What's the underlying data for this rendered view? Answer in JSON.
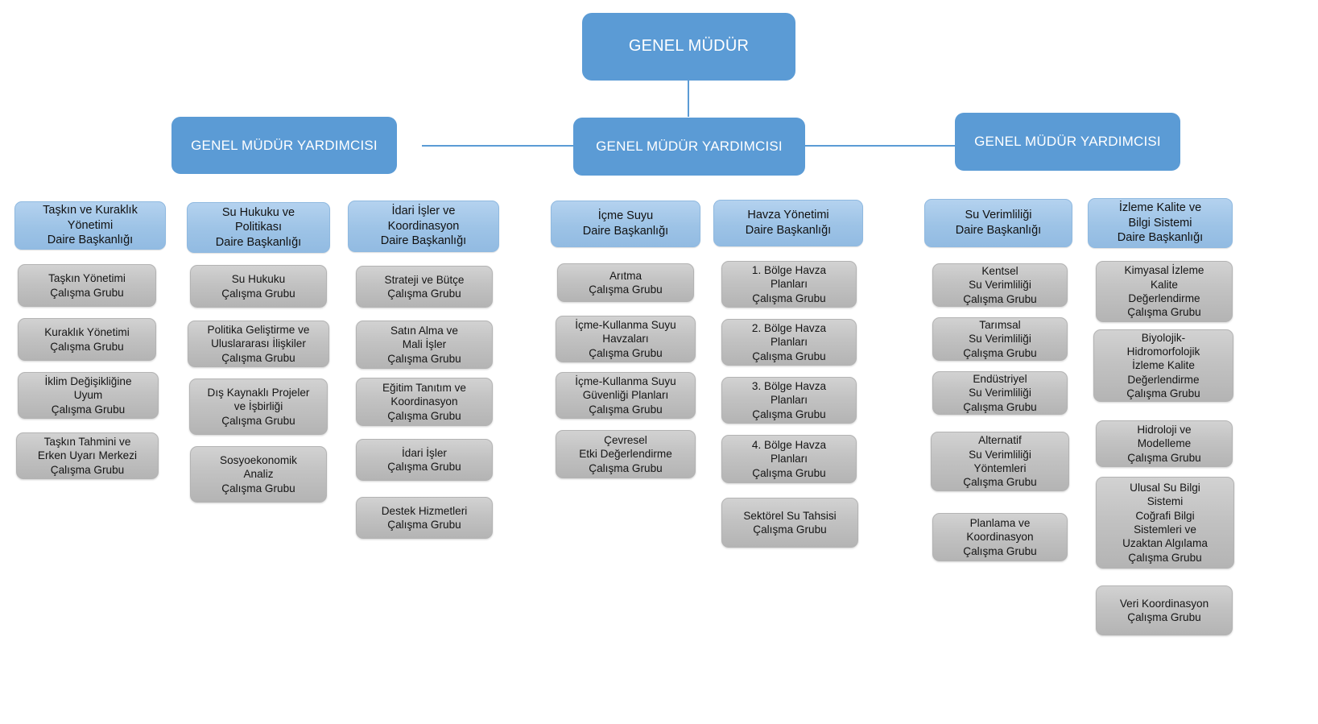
{
  "meta": {
    "title": "Su Yönetimi Genel Müdürlüğü Organizasyon Şeması",
    "colors": {
      "exec_blue": "#5B9BD5",
      "dept_blue": "#9DC3E6",
      "group_gray": "#BFBFBF",
      "connector": "#5B9BD5",
      "exec_text": "#FFFFFF",
      "node_text": "#000000",
      "background": "#FFFFFF"
    }
  },
  "top": {
    "director": "GENEL MÜDÜR",
    "deputy_left": "GENEL MÜDÜR YARDIMCISI",
    "deputy_center": "GENEL MÜDÜR YARDIMCISI",
    "deputy_right": "GENEL MÜDÜR YARDIMCISI"
  },
  "columns": [
    {
      "id": "taskin-kuraklik",
      "department": "Taşkın ve Kuraklık\nYönetimi\nDaire Başkanlığı",
      "groups": [
        "Taşkın Yönetimi\nÇalışma Grubu",
        "Kuraklık Yönetimi\nÇalışma Grubu",
        "İklim Değişikliğine\nUyum\nÇalışma Grubu",
        "Taşkın Tahmini ve\nErken Uyarı Merkezi\nÇalışma Grubu"
      ]
    },
    {
      "id": "su-hukuku",
      "department": "Su Hukuku ve\nPolitikası\nDaire Başkanlığı",
      "groups": [
        "Su Hukuku\nÇalışma Grubu",
        "Politika Geliştirme ve\nUluslararası İlişkiler\nÇalışma Grubu",
        "Dış Kaynaklı Projeler\nve İşbirliği\nÇalışma Grubu",
        "Sosyoekonomik\nAnaliz\nÇalışma Grubu"
      ]
    },
    {
      "id": "idari-isler",
      "department": "İdari İşler  ve\nKoordinasyon\nDaire Başkanlığı",
      "groups": [
        "Strateji ve Bütçe\nÇalışma Grubu",
        "Satın Alma ve\nMali İşler\nÇalışma Grubu",
        "Eğitim Tanıtım ve\nKoordinasyon\nÇalışma Grubu",
        "İdari İşler\nÇalışma Grubu",
        "Destek Hizmetleri\nÇalışma Grubu"
      ]
    },
    {
      "id": "icme-suyu",
      "department": "İçme Suyu\nDaire Başkanlığı",
      "groups": [
        "Arıtma\nÇalışma Grubu",
        "İçme-Kullanma Suyu\nHavzaları\nÇalışma Grubu",
        "İçme-Kullanma Suyu\nGüvenliği Planları\nÇalışma Grubu",
        "Çevresel\nEtki Değerlendirme\nÇalışma Grubu"
      ]
    },
    {
      "id": "havza-yonetimi",
      "department": "Havza Yönetimi\nDaire Başkanlığı",
      "groups": [
        "1. Bölge Havza\nPlanları\nÇalışma Grubu",
        "2. Bölge Havza\nPlanları\nÇalışma Grubu",
        "3. Bölge Havza\nPlanları\nÇalışma Grubu",
        "4. Bölge Havza\nPlanları\nÇalışma Grubu",
        "Sektörel Su Tahsisi\nÇalışma Grubu"
      ]
    },
    {
      "id": "su-verimliligi",
      "department": "Su Verimliliği\nDaire Başkanlığı",
      "groups": [
        "Kentsel\nSu Verimliliği\nÇalışma Grubu",
        "Tarımsal\nSu Verimliliği\nÇalışma Grubu",
        "Endüstriyel\nSu Verimliliği\nÇalışma Grubu",
        "Alternatif\nSu Verimliliği\nYöntemleri\nÇalışma Grubu",
        "Planlama ve\nKoordinasyon\nÇalışma Grubu"
      ]
    },
    {
      "id": "izleme-kalite",
      "department": "İzleme Kalite ve\nBilgi Sistemi\nDaire Başkanlığı",
      "groups": [
        "Kimyasal İzleme\nKalite\nDeğerlendirme\nÇalışma Grubu",
        "Biyolojik-\nHidromorfolojik\nİzleme Kalite\nDeğerlendirme\nÇalışma Grubu",
        "Hidroloji ve\nModelleme\nÇalışma Grubu",
        "Ulusal Su Bilgi\nSistemi\nCoğrafi Bilgi\nSistemleri ve\nUzaktan Algılama\nÇalışma Grubu",
        "Veri Koordinasyon\nÇalışma Grubu"
      ]
    }
  ]
}
